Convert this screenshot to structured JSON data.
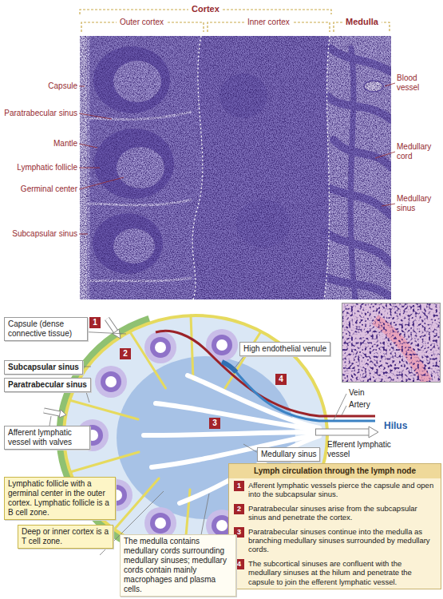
{
  "diagram": {
    "nodes": [
      {
        "text": [
          "Capsule (dense connective tissue)"
        ]
      },
      {
        "text": [
          "High endothelial venule"
        ]
      },
      {
        "text": [
          "Subcapsular sinus"
        ]
      },
      {
        "text": [
          "Paratrabecular sinus"
        ]
      },
      {
        "text": [
          "Afferent lymphatic vessel with valves"
        ]
      },
      {
        "text": [
          "Medullary sinus"
        ]
      },
      {
        "text": [
          "Lymph circulation through the lymph node"
        ]
      },
      {
        "text": [
          "1",
          "Afferent lymphatic vessels pierce the capsule and open into the subcapsular sinus."
        ],
        "in": 6
      },
      {
        "text": [
          "2",
          "Paratrabecular sinuses arise from the subcapsular sinus and penetrate the cortex."
        ],
        "in": 6
      },
      {
        "text": [
          "3",
          "Paratrabecular sinuses continue into the medulla as branching medullary sinuses surrounded by medullary cords."
        ],
        "in": 6
      },
      {
        "text": [
          "4",
          "The subcortical sinuses are confluent with the medullary sinuses at the hilum and penetrate the capsule to join the efferent lymphatic vessel."
        ],
        "in": 6
      },
      {
        "text": [
          "Lymphatic follicle with a germinal center in the outer cortex. Lymphatic follicle is a B cell zone."
        ]
      },
      {
        "text": [
          "Deep or inner cortex is a T cell zone."
        ]
      },
      {
        "text": [
          "The medulla contains medullary cords surrounding medullary sinuses; medullary cords contain mainly macrophages and plasma cells."
        ]
      }
    ],
    "labels": [
      "Cortex",
      "Outer cortex",
      "Inner cortex",
      "Medulla",
      "Capsule",
      "Paratrabecular sinus",
      "Mantle",
      "Lymphatic follicle",
      "Germinal center",
      "Subcapsular sinus",
      "Blood vessel",
      "Medullary cord",
      "Medullary sinus",
      "1",
      "2",
      "Vein",
      "4",
      "Artery",
      "3",
      "Hilus",
      "Efferent lymphatic vessel"
    ]
  }
}
